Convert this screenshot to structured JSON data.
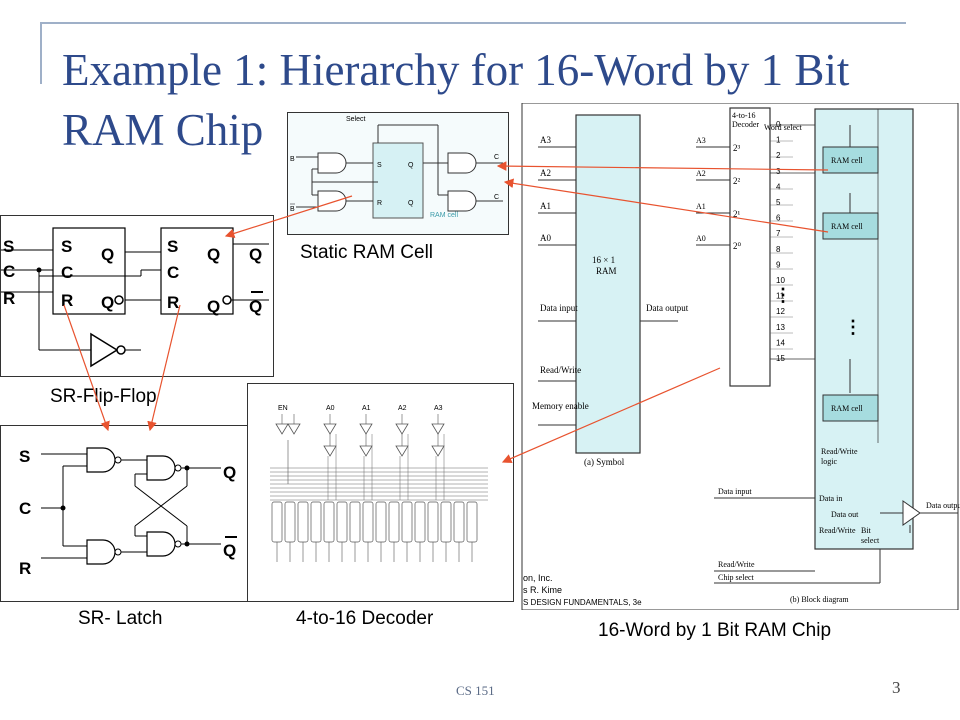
{
  "slide": {
    "title_line1": "Example 1: Hierarchy for 16-Word by 1 Bit",
    "title_line2": "RAM Chip",
    "footer_course": "CS 151",
    "page_number": "3"
  },
  "captions": {
    "static_ram_cell": "Static RAM Cell",
    "sr_flip_flop": "SR-Flip-Flop",
    "sr_latch": "SR- Latch",
    "decoder": "4-to-16 Decoder",
    "ram_chip": "16-Word by 1 Bit RAM Chip"
  },
  "flipflop_labels": {
    "s": "S",
    "c": "C",
    "r": "R",
    "q": "Q"
  },
  "latch_labels": {
    "s": "S",
    "c": "C",
    "r": "R",
    "q": "Q"
  },
  "ram_cell": {
    "select": "Select",
    "b": "B",
    "s": "S",
    "r": "R",
    "q": "Q",
    "c": "C",
    "cell_label": "RAM cell"
  },
  "decoder_pins": {
    "e": "EN",
    "a0": "A0",
    "a1": "A1",
    "a2": "A2",
    "a3": "A3"
  },
  "ram_chip": {
    "symbol_inputs": [
      "A3",
      "A2",
      "A1",
      "A0"
    ],
    "data_input": "Data input",
    "read_write": "Read/Write",
    "memory_enable": "Memory enable",
    "symbol_label_1": "16 × 1",
    "symbol_label_2": "RAM",
    "data_output": "Data output",
    "symbol_caption": "(a) Symbol",
    "decoder_title_1": "4-to-16",
    "decoder_title_2": "Decoder",
    "decoder_inputs": [
      "2³",
      "2²",
      "2¹",
      "2⁰"
    ],
    "word_select": "Word select",
    "word_numbers": [
      "0",
      "1",
      "2",
      "3",
      "4",
      "5",
      "6",
      "7",
      "8",
      "9",
      "10",
      "11",
      "12",
      "13",
      "14",
      "15"
    ],
    "cell_label": "RAM cell",
    "rw_logic_1": "Read/Write",
    "rw_logic_2": "logic",
    "data_in": "Data in",
    "data_out": "Data out",
    "bit_1": "Bit",
    "bit_2": "select",
    "data_input_2": "Data input",
    "data_output_2": "Data output",
    "read_write_2": "Read/Write",
    "chip_select": "Chip select",
    "block_caption": "(b) Block diagram",
    "credit_1": "on, Inc.",
    "credit_2": "s R. Kime",
    "credit_3": "S DESIGN FUNDAMENTALS, 3e"
  },
  "colors": {
    "title": "#2e4a8b",
    "arrow": "#e8532f",
    "cell_fill": "#a6dcdf",
    "panel_fill": "#d7f2f4"
  }
}
